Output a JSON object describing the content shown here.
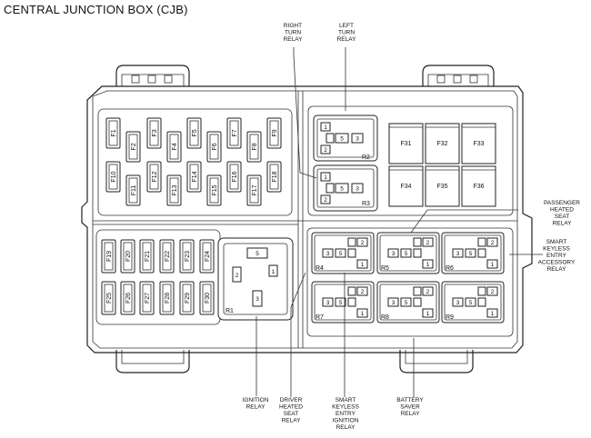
{
  "title": "CENTRAL JUNCTION BOX (CJB)",
  "callouts": {
    "right_turn": [
      "RIGHT",
      "TURN",
      "RELAY"
    ],
    "left_turn": [
      "LEFT",
      "TURN",
      "RELAY"
    ],
    "passenger_heated": [
      "PASSENGER",
      "HEATED",
      "SEAT",
      "RELAY"
    ],
    "smart_keyless_acc": [
      "SMART",
      "KEYLESS",
      "ENTRY",
      "ACCESSORY",
      "RELAY"
    ],
    "ignition": [
      "IGNITION",
      "RELAY"
    ],
    "driver_heated": [
      "DRIVER",
      "HEATED",
      "SEAT",
      "RELAY"
    ],
    "smart_keyless_ign": [
      "SMART",
      "KEYLESS",
      "ENTRY",
      "IGNITION",
      "RELAY"
    ],
    "battery_saver": [
      "BATTERY",
      "SAVER",
      "RELAY"
    ]
  },
  "fuses": {
    "top_row": [
      "F1",
      "F2",
      "F3",
      "F4",
      "F5",
      "F6",
      "F7",
      "F8",
      "F9"
    ],
    "mid_row": [
      "F10",
      "F11",
      "F12",
      "F13",
      "F14",
      "F15",
      "F16",
      "F17",
      "F18"
    ],
    "lower_row_a": [
      "F19",
      "F20",
      "F21",
      "F22",
      "F23",
      "F24"
    ],
    "lower_row_b": [
      "F25",
      "F26",
      "F27",
      "F28",
      "F29",
      "F30"
    ],
    "maxi_row_a": [
      "F31",
      "F32",
      "F33"
    ],
    "maxi_row_b": [
      "F34",
      "F35",
      "F36"
    ]
  },
  "relays": {
    "R1": "R1",
    "R2": "R2",
    "R3": "R3",
    "R4": "R4",
    "R5": "R5",
    "R6": "R6",
    "R7": "R7",
    "R8": "R8",
    "R9": "R9"
  },
  "pins": {
    "p1": "1",
    "p2": "2",
    "p3": "3",
    "p5": "5"
  }
}
